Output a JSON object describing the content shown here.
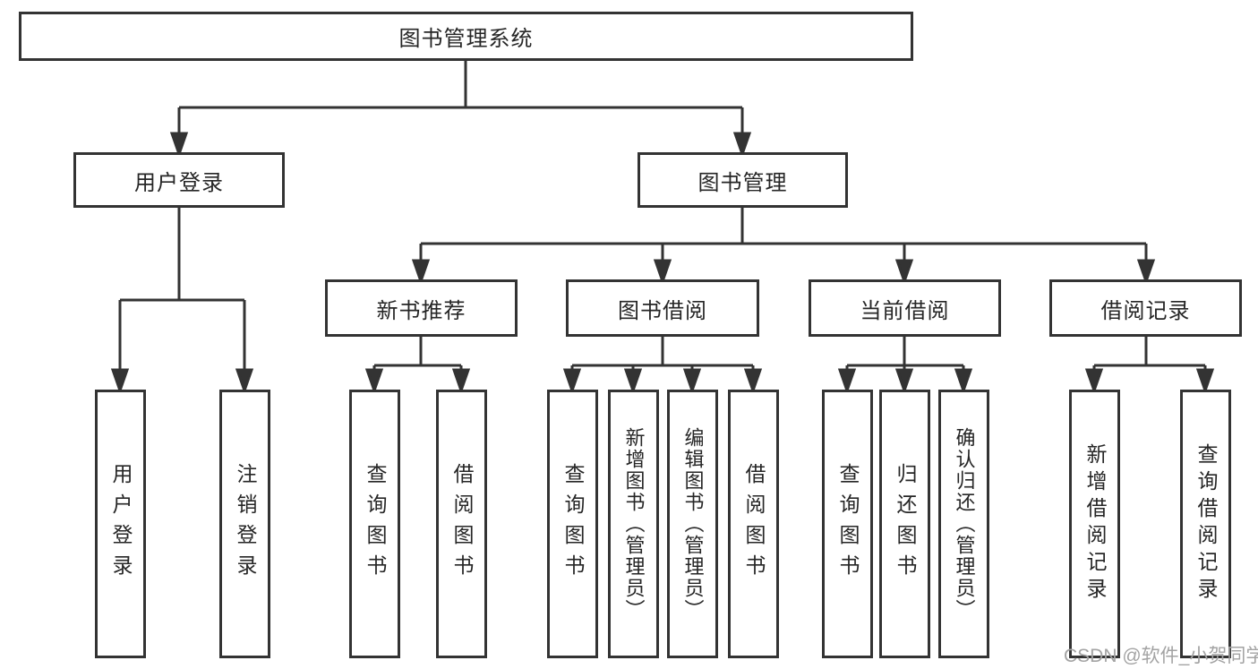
{
  "diagram": {
    "root": {
      "label": "图书管理系统"
    },
    "level2": [
      {
        "label": "用户登录"
      },
      {
        "label": "图书管理"
      }
    ],
    "level3": [
      {
        "label": "新书推荐"
      },
      {
        "label": "图书借阅"
      },
      {
        "label": "当前借阅"
      },
      {
        "label": "借阅记录"
      }
    ],
    "leaves": [
      {
        "label": "用户登录"
      },
      {
        "label": "注销登录"
      },
      {
        "label": "查询图书"
      },
      {
        "label": "借阅图书"
      },
      {
        "label": "查询图书"
      },
      {
        "label": "新增图书（管理员）"
      },
      {
        "label": "编辑图书（管理员）"
      },
      {
        "label": "借阅图书"
      },
      {
        "label": "查询图书"
      },
      {
        "label": "归还图书"
      },
      {
        "label": "确认归还（管理员）"
      },
      {
        "label": "新增借阅记录"
      },
      {
        "label": "查询借阅记录"
      }
    ],
    "watermark": "CSDN @软件_小贺同学",
    "colors": {
      "line": "#333333",
      "text": "#262626",
      "watermark": "#a3a3a3",
      "background": "#ffffff"
    }
  }
}
